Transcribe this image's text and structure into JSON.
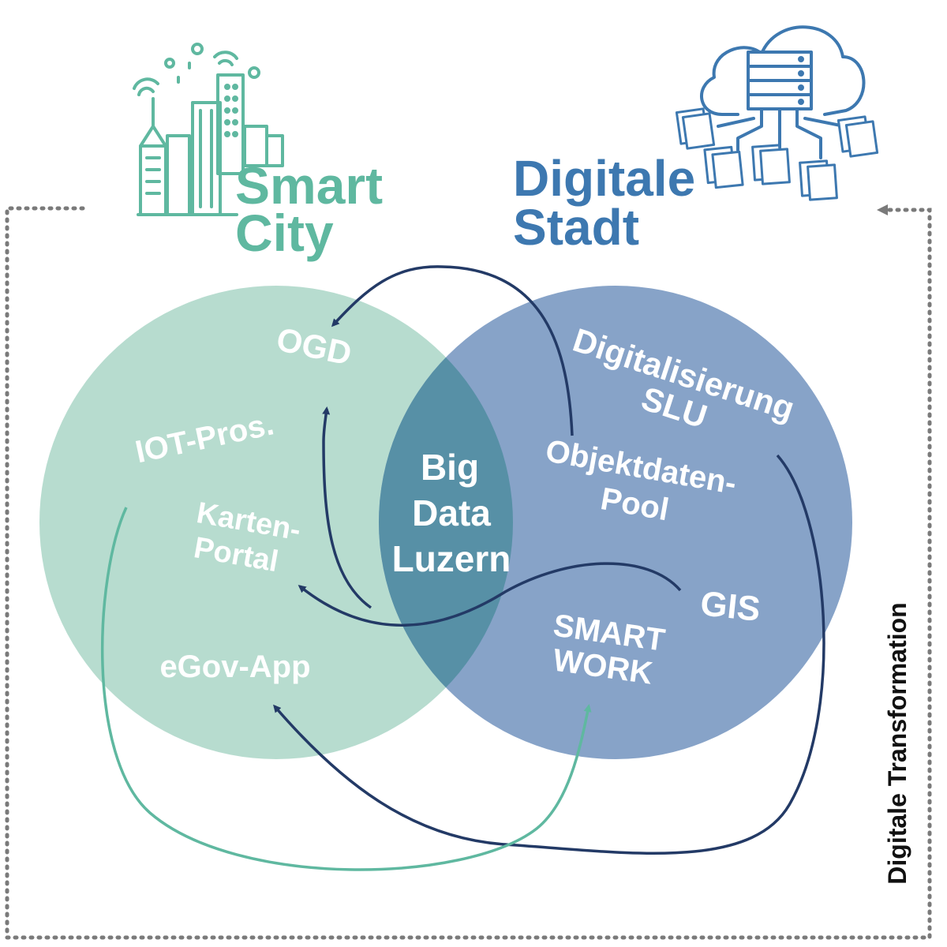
{
  "colors": {
    "smart_city_green": "#5fb8a0",
    "digitale_stadt_blue": "#3d78b0",
    "circle_left": "#b7dccf",
    "circle_right": "#87a3c8",
    "circle_overlap": "#5790a6",
    "arrow_dark": "#233a66",
    "arrow_teal": "#5fb8a0",
    "frame_gray": "#7a7a7a",
    "side_label": "#111111"
  },
  "icons": {
    "smart_city": "city-skyline-icon",
    "digitale_stadt": "cloud-server-documents-icon"
  },
  "headings": {
    "smart_city_line1": "Smart",
    "smart_city_line2": "City",
    "digitale_stadt_line1": "Digitale",
    "digitale_stadt_line2": "Stadt"
  },
  "center": {
    "line1": "Big",
    "line2": "Data",
    "line3": "Luzern"
  },
  "left_items": {
    "ogd": "OGD",
    "iot": "IOT-Pros.",
    "karten_line1": "Karten-",
    "karten_line2": "Portal",
    "egov": "eGov-App"
  },
  "right_items": {
    "digital_line1": "Digitalisierung",
    "digital_line2": "SLU",
    "objekt_line1": "Objektdaten-",
    "objekt_line2": "Pool",
    "gis": "GIS",
    "smart_work_line1": "SMART",
    "smart_work_line2": "WORK"
  },
  "side_label": "Digitale Transformation"
}
